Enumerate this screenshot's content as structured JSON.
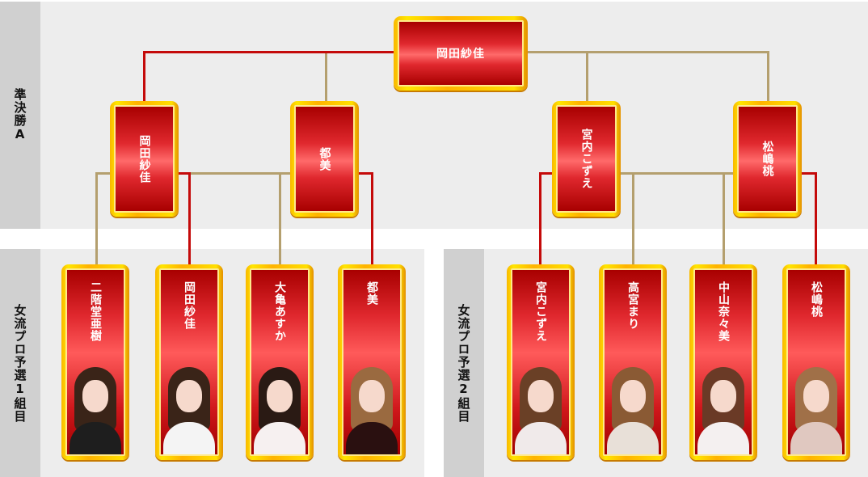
{
  "labels": {
    "semifinal": "準決勝A",
    "group1": "女流プロ予選1組目",
    "group2": "女流プロ予選2組目"
  },
  "final": {
    "name": "岡田紗佳"
  },
  "semifinals": [
    {
      "name": "岡田紗佳"
    },
    {
      "name": "都美"
    },
    {
      "name": "宮内こずえ"
    },
    {
      "name": "松嶋桃"
    }
  ],
  "players": [
    {
      "name": "二階堂亜樹",
      "clothes": "#1e1e1e",
      "hair": "#3a2418"
    },
    {
      "name": "岡田紗佳",
      "clothes": "#f4f4f4",
      "hair": "#3a2418"
    },
    {
      "name": "大亀あすか",
      "clothes": "#f6f0f0",
      "hair": "#2a1a14"
    },
    {
      "name": "都美",
      "clothes": "#2a1010",
      "hair": "#9a6a40"
    },
    {
      "name": "宮内こずえ",
      "clothes": "#f0eaea",
      "hair": "#6a4026"
    },
    {
      "name": "高宮まり",
      "clothes": "#e8e0d8",
      "hair": "#8a5a34"
    },
    {
      "name": "中山奈々美",
      "clothes": "#f4f0f0",
      "hair": "#6a3a26"
    },
    {
      "name": "松嶋桃",
      "clothes": "#e0c8c0",
      "hair": "#a07048"
    }
  ],
  "colors": {
    "winner_line": "#c40a0a",
    "loser_line": "#b49f6e"
  }
}
